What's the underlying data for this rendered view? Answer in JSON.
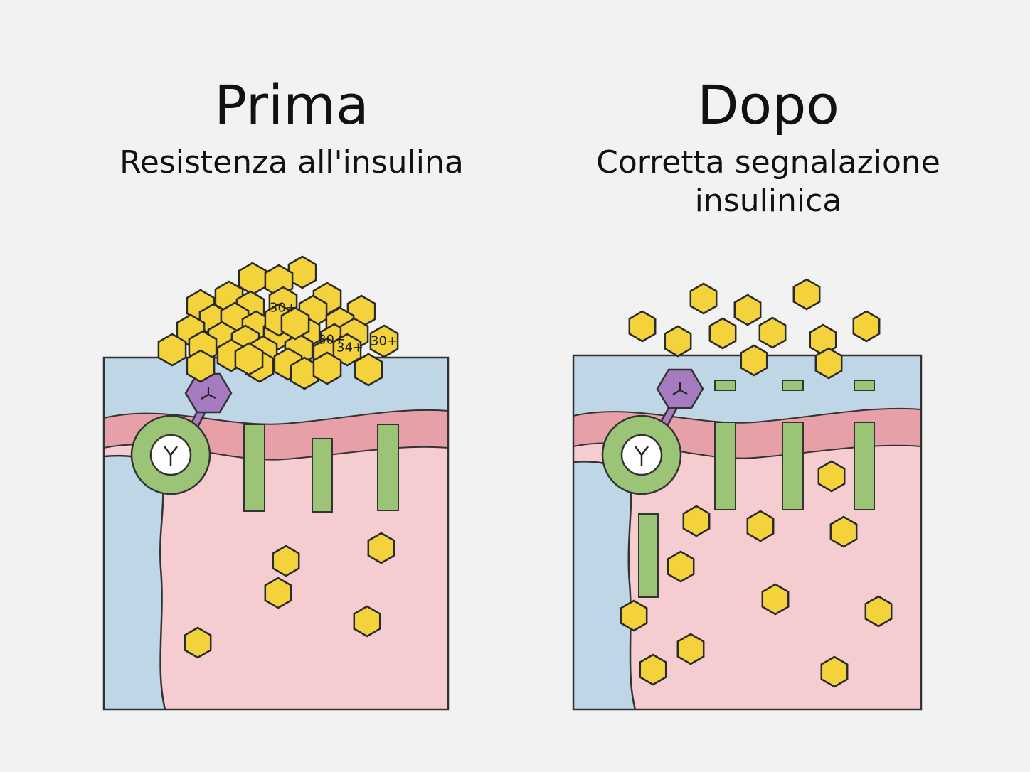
{
  "panels": [
    {
      "title": "Prima",
      "subtitle": "Resistenza all'insulina",
      "glucose_labels": [
        "30+",
        "30+",
        "34+",
        "30+"
      ]
    },
    {
      "title": "Dopo",
      "subtitle_lines": [
        "Corretta segnalazione",
        "insulinica"
      ]
    }
  ],
  "colors": {
    "glucose": "#f3d23c",
    "extracellular": "#bfd6e6",
    "membrane": "#e8a0a8",
    "cytoplasm": "#f5cdd0",
    "transporter": "#9cc476",
    "receptor": "#9cc476",
    "insulin": "#a67bbf"
  },
  "icons": [
    "glucose-hexagon-icon",
    "insulin-hexagon-icon",
    "receptor-y-icon",
    "glut-transporter-icon"
  ]
}
